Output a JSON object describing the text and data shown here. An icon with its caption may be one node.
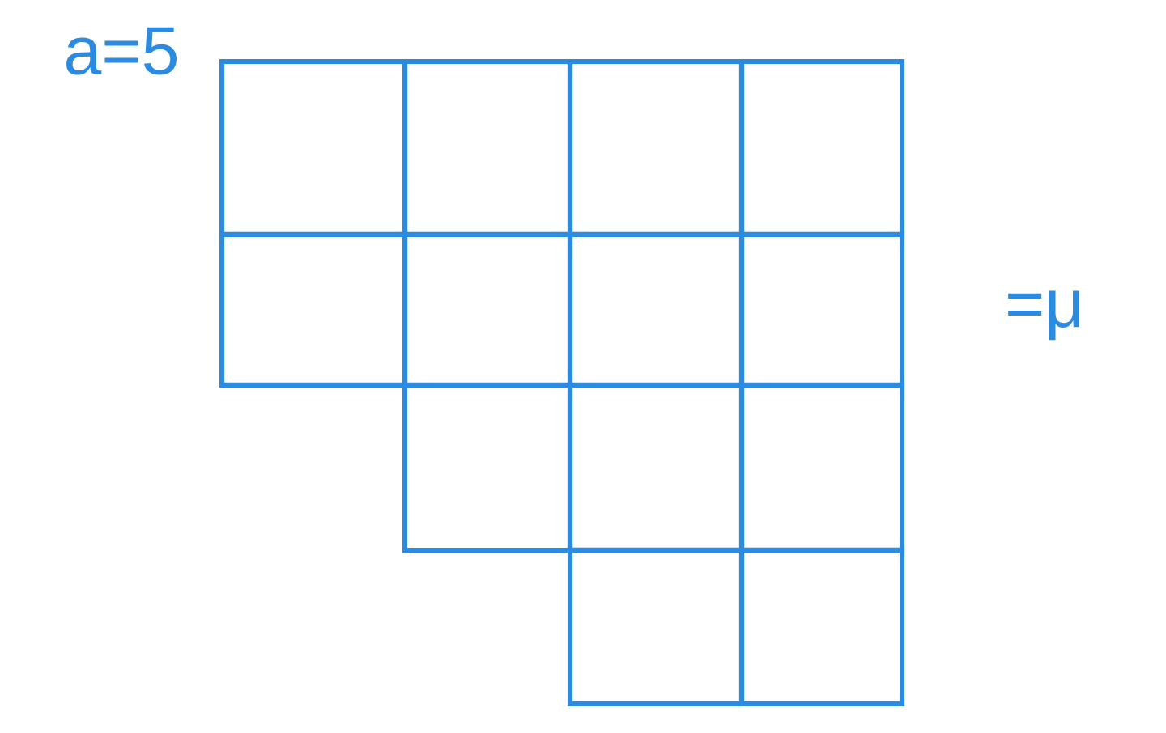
{
  "diagram": {
    "nodes": [
      {
        "text": [],
        "shape": "box"
      },
      {
        "text": [],
        "shape": "box"
      },
      {
        "text": [],
        "shape": "box"
      },
      {
        "text": [],
        "shape": "box"
      },
      {
        "text": [],
        "shape": "box"
      },
      {
        "text": [],
        "shape": "box"
      },
      {
        "text": [],
        "shape": "box"
      },
      {
        "text": [],
        "shape": "box"
      },
      {
        "text": [],
        "shape": "box"
      },
      {
        "text": [],
        "shape": "box"
      },
      {
        "text": [],
        "shape": "box"
      },
      {
        "text": [],
        "shape": "box"
      },
      {
        "text": [],
        "shape": "box"
      }
    ],
    "labels": [
      "a=5",
      "=μ"
    ]
  }
}
